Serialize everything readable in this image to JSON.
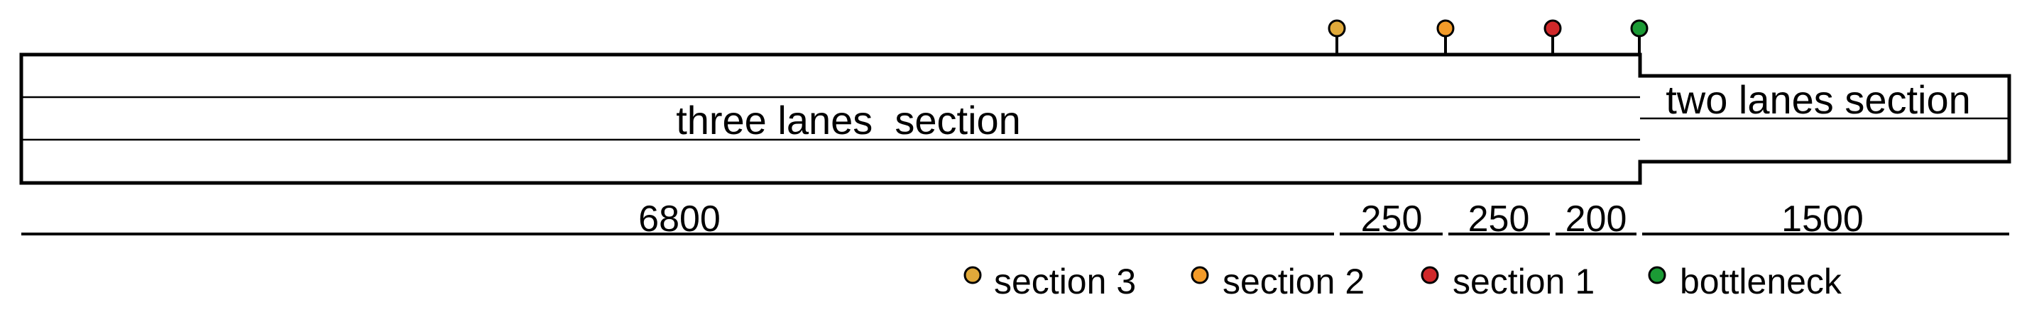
{
  "colors": {
    "section3": "#e0a93a",
    "section2": "#f39b29",
    "section1": "#d0282a",
    "bottleneck": "#1b9a35"
  },
  "road": {
    "three_lane_label": "three lanes  section",
    "two_lane_label": "two lanes section"
  },
  "dimensions": {
    "segments": [
      {
        "id": "three-lane-length",
        "label": "6800"
      },
      {
        "id": "section3-length",
        "label": "250"
      },
      {
        "id": "section2-length",
        "label": "250"
      },
      {
        "id": "section1-length",
        "label": "200"
      },
      {
        "id": "two-lane-length",
        "label": "1500"
      }
    ]
  },
  "sensors": [
    {
      "id": "section3",
      "color": "#e0a93a"
    },
    {
      "id": "section2",
      "color": "#f39b29"
    },
    {
      "id": "section1",
      "color": "#d0282a"
    },
    {
      "id": "bottleneck",
      "color": "#1b9a35"
    }
  ],
  "legend": {
    "items": [
      {
        "id": "section3",
        "label": "section 3",
        "color": "#e0a93a"
      },
      {
        "id": "section2",
        "label": "section 2",
        "color": "#f39b29"
      },
      {
        "id": "section1",
        "label": "section 1",
        "color": "#d0282a"
      },
      {
        "id": "bottleneck",
        "label": "bottleneck",
        "color": "#1b9a35"
      }
    ]
  }
}
